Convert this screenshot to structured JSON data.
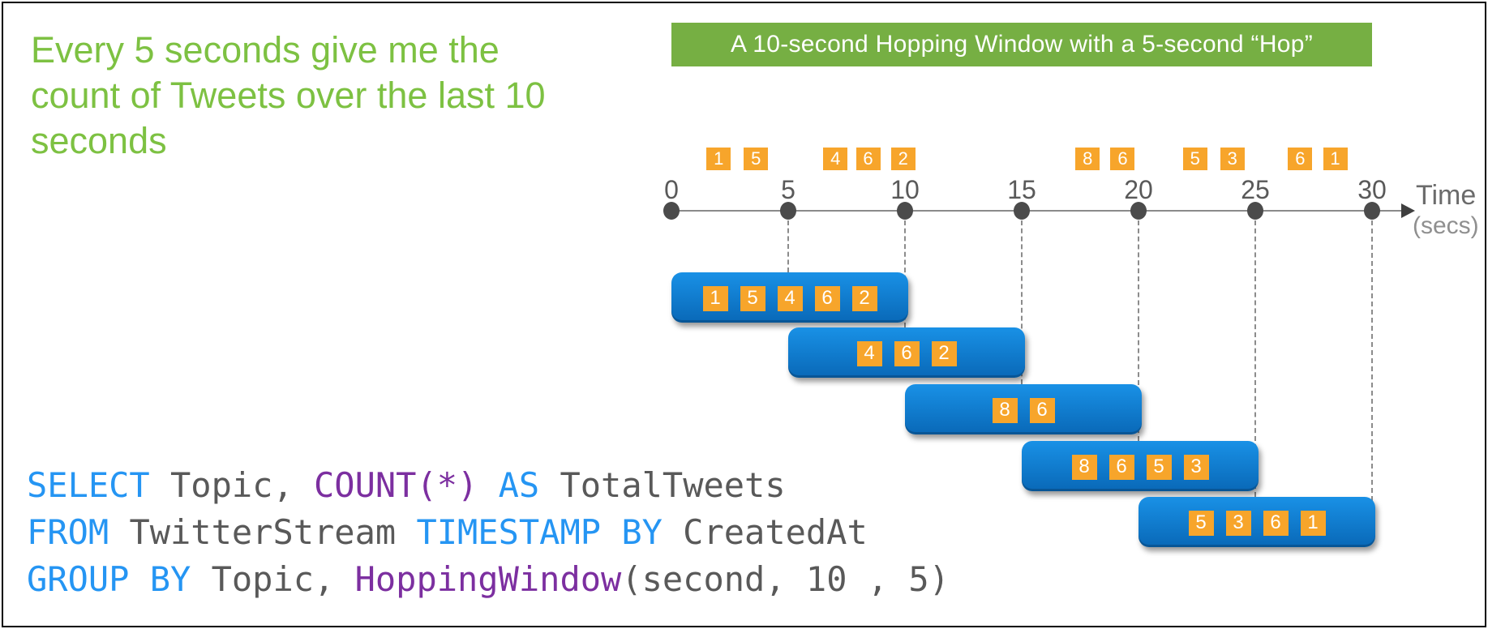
{
  "headline": {
    "lines": [
      "Every 5 seconds give me the",
      "count of Tweets over the last 10",
      "seconds"
    ]
  },
  "banner": {
    "text": "A 10-second Hopping Window with a 5-second “Hop”"
  },
  "timeline": {
    "tick_labels": [
      "0",
      "5",
      "10",
      "15",
      "20",
      "25",
      "30"
    ],
    "axis_label_line1": "Time",
    "axis_label_line2": "(secs)",
    "events": [
      {
        "t": 1.5,
        "value": "1"
      },
      {
        "t": 3.1,
        "value": "5"
      },
      {
        "t": 6.5,
        "value": "4"
      },
      {
        "t": 7.9,
        "value": "6"
      },
      {
        "t": 9.4,
        "value": "2"
      },
      {
        "t": 17.3,
        "value": "8"
      },
      {
        "t": 18.8,
        "value": "6"
      },
      {
        "t": 21.9,
        "value": "5"
      },
      {
        "t": 23.5,
        "value": "3"
      },
      {
        "t": 26.4,
        "value": "6"
      },
      {
        "t": 27.9,
        "value": "1"
      }
    ]
  },
  "windows": [
    {
      "start": 0,
      "end": 10,
      "values": [
        "1",
        "5",
        "4",
        "6",
        "2"
      ]
    },
    {
      "start": 5,
      "end": 15,
      "values": [
        "4",
        "6",
        "2"
      ]
    },
    {
      "start": 10,
      "end": 20,
      "values": [
        "8",
        "6"
      ]
    },
    {
      "start": 15,
      "end": 25,
      "values": [
        "8",
        "6",
        "5",
        "3"
      ]
    },
    {
      "start": 20,
      "end": 30,
      "values": [
        "5",
        "3",
        "6",
        "1"
      ]
    }
  ],
  "code": {
    "lines": [
      [
        {
          "text": "SELECT",
          "type": "kw"
        },
        {
          "text": " Topic, ",
          "type": "id"
        },
        {
          "text": "COUNT(*)",
          "type": "fn"
        },
        {
          "text": " ",
          "type": "id"
        },
        {
          "text": "AS",
          "type": "kw"
        },
        {
          "text": " TotalTweets",
          "type": "id"
        }
      ],
      [
        {
          "text": "FROM",
          "type": "kw"
        },
        {
          "text": " TwitterStream ",
          "type": "id"
        },
        {
          "text": "TIMESTAMP BY",
          "type": "kw"
        },
        {
          "text": " CreatedAt",
          "type": "id"
        }
      ],
      [
        {
          "text": "GROUP BY",
          "type": "kw"
        },
        {
          "text": " Topic, ",
          "type": "id"
        },
        {
          "text": "HoppingWindow",
          "type": "fn"
        },
        {
          "text": "(second, 10 , 5)",
          "type": "id"
        }
      ]
    ]
  },
  "colors": {
    "headline_green": "#7DC142",
    "banner_green": "#76AF43",
    "orange": "#F7A52B",
    "window_blue_top": "#1991E6",
    "window_blue_bottom": "#0968B7",
    "keyword_blue": "#2595F3",
    "function_purple": "#7C2FA0",
    "code_gray": "#595959"
  }
}
